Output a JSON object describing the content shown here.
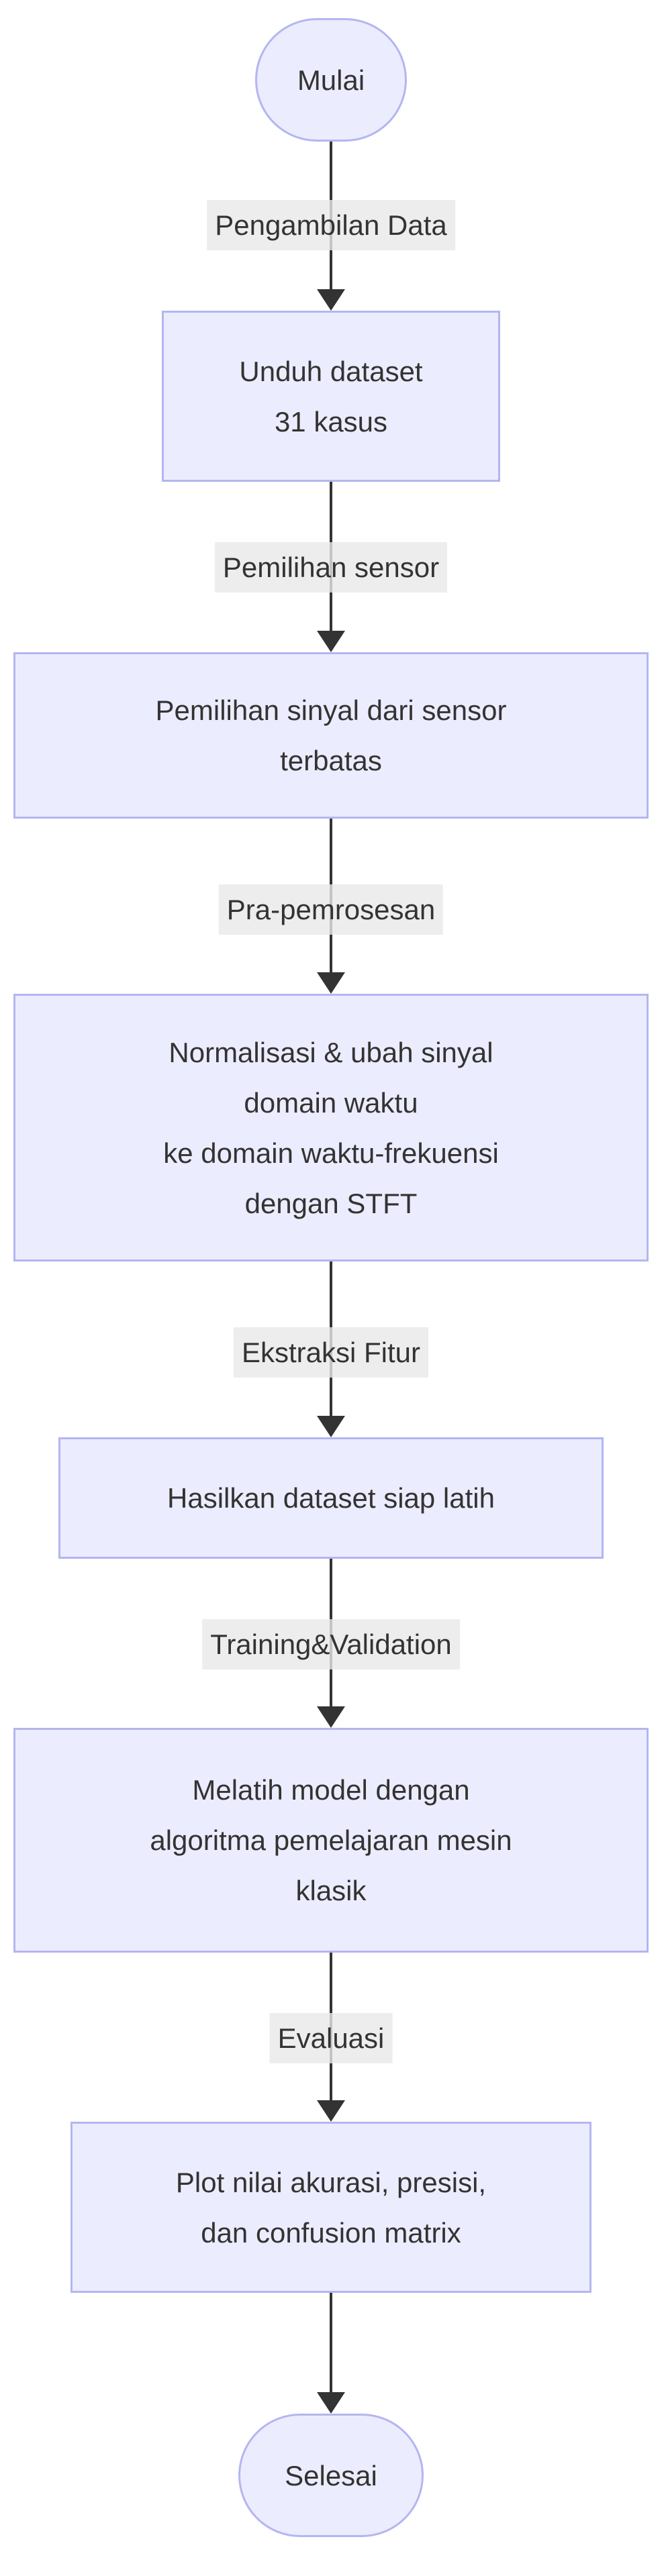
{
  "diagram": {
    "type": "flowchart-top-down",
    "colors": {
      "node_fill": "#ececff",
      "node_border": "#b3b6f0",
      "arrow_color": "#333333",
      "edge_label_bg": "rgba(232,232,232,0.8)",
      "text_color": "#333333",
      "background": "#ffffff"
    },
    "nodes": [
      {
        "id": "start",
        "shape": "stadium",
        "label": "Mulai"
      },
      {
        "id": "unduh",
        "shape": "rect",
        "lines": [
          "Unduh dataset",
          "31 kasus"
        ]
      },
      {
        "id": "pilih",
        "shape": "rect",
        "lines": [
          "Pemilihan sinyal dari sensor",
          "terbatas"
        ]
      },
      {
        "id": "norm",
        "shape": "rect",
        "lines": [
          "Normalisasi & ubah sinyal",
          "domain waktu",
          "ke domain waktu-frekuensi",
          "dengan STFT"
        ]
      },
      {
        "id": "hasil",
        "shape": "rect",
        "lines": [
          "Hasilkan dataset siap latih"
        ]
      },
      {
        "id": "latih",
        "shape": "rect",
        "lines": [
          "Melatih model dengan",
          "algoritma pemelajaran mesin",
          "klasik"
        ]
      },
      {
        "id": "plot",
        "shape": "rect",
        "lines": [
          "Plot nilai akurasi, presisi,",
          "dan confusion matrix"
        ]
      },
      {
        "id": "end",
        "shape": "stadium",
        "label": "Selesai"
      }
    ],
    "edges": [
      {
        "from": "start",
        "to": "unduh",
        "label": "Pengambilan Data"
      },
      {
        "from": "unduh",
        "to": "pilih",
        "label": "Pemilihan sensor"
      },
      {
        "from": "pilih",
        "to": "norm",
        "label": "Pra-pemrosesan"
      },
      {
        "from": "norm",
        "to": "hasil",
        "label": "Ekstraksi Fitur"
      },
      {
        "from": "hasil",
        "to": "latih",
        "label": "Training&Validation"
      },
      {
        "from": "latih",
        "to": "plot",
        "label": "Evaluasi"
      },
      {
        "from": "plot",
        "to": "end",
        "label": ""
      }
    ]
  }
}
